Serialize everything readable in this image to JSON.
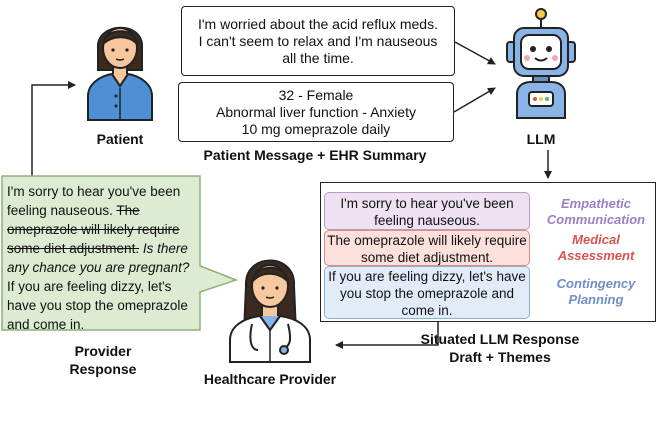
{
  "patient": {
    "label": "Patient",
    "message": [
      "I'm worried about the acid reflux meds.",
      "I can't seem to relax and I'm nauseous",
      "all the time."
    ],
    "ehr": [
      "32 - Female",
      "Abnormal liver function - Anxiety",
      "10 mg omeprazole daily"
    ]
  },
  "section_label": "Patient Message + EHR Summary",
  "llm": {
    "label": "LLM"
  },
  "draft": {
    "title": [
      "Situated LLM Response",
      "Draft + Themes"
    ],
    "segments": [
      {
        "text": "I'm sorry to hear you've been feeling nauseous.",
        "bg": "#ede1f2",
        "border": "#b79ac8"
      },
      {
        "text": "The omeprazole will likely require some diet adjustment.",
        "bg": "#fbe0dc",
        "border": "#dc8c84"
      },
      {
        "text": "If you are feeling dizzy, let's have you stop the omeprazole and come in.",
        "bg": "#e2ecf8",
        "border": "#8eaed6"
      }
    ],
    "themes": [
      {
        "lines": [
          "Empathetic",
          "Communication"
        ],
        "color": "#9b7fc4"
      },
      {
        "lines": [
          "Medical",
          "Assessment"
        ],
        "color": "#d9534f"
      },
      {
        "lines": [
          "Contingency",
          "Planning"
        ],
        "color": "#6e8fc9"
      }
    ]
  },
  "provider": {
    "label": "Healthcare Provider",
    "response_label": [
      "Provider",
      "Response"
    ],
    "response": {
      "kept_1": "I'm sorry to hear you've been feeling nauseous.",
      "struck": "The omeprazole will likely require some diet adjustment.",
      "added": "Is there any chance you are pregnant?",
      "kept_2": "If you are feeling dizzy, let's have you stop the omeprazole and come in."
    }
  },
  "colors": {
    "bubble_bg": "#dcebd1",
    "bubble_border": "#8db07a",
    "skin": "#f7c79e",
    "patient_shirt": "#4e8fd6",
    "provider_coat": "#ffffff",
    "robot_body": "#8ab4e6",
    "hair": "#3b2a20"
  }
}
